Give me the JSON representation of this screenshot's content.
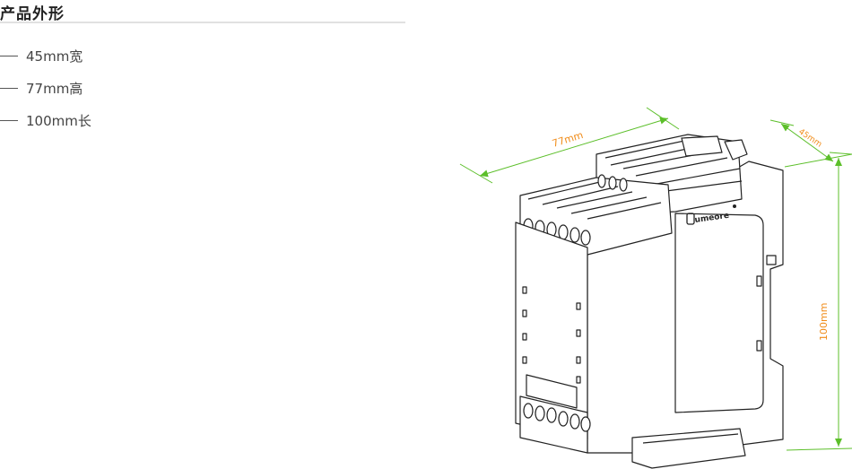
{
  "section": {
    "title": "产品外形"
  },
  "specs": [
    {
      "text": "45mm宽"
    },
    {
      "text": "77mm高"
    },
    {
      "text": "100mm长"
    }
  ],
  "diagram": {
    "brand": "umeore",
    "dims": {
      "length": "77mm",
      "width": "45mm",
      "height": "100mm"
    }
  },
  "colors": {
    "dimension_line": "#5cbf2a",
    "dimension_text": "#f08c1a",
    "outline": "#222222"
  }
}
